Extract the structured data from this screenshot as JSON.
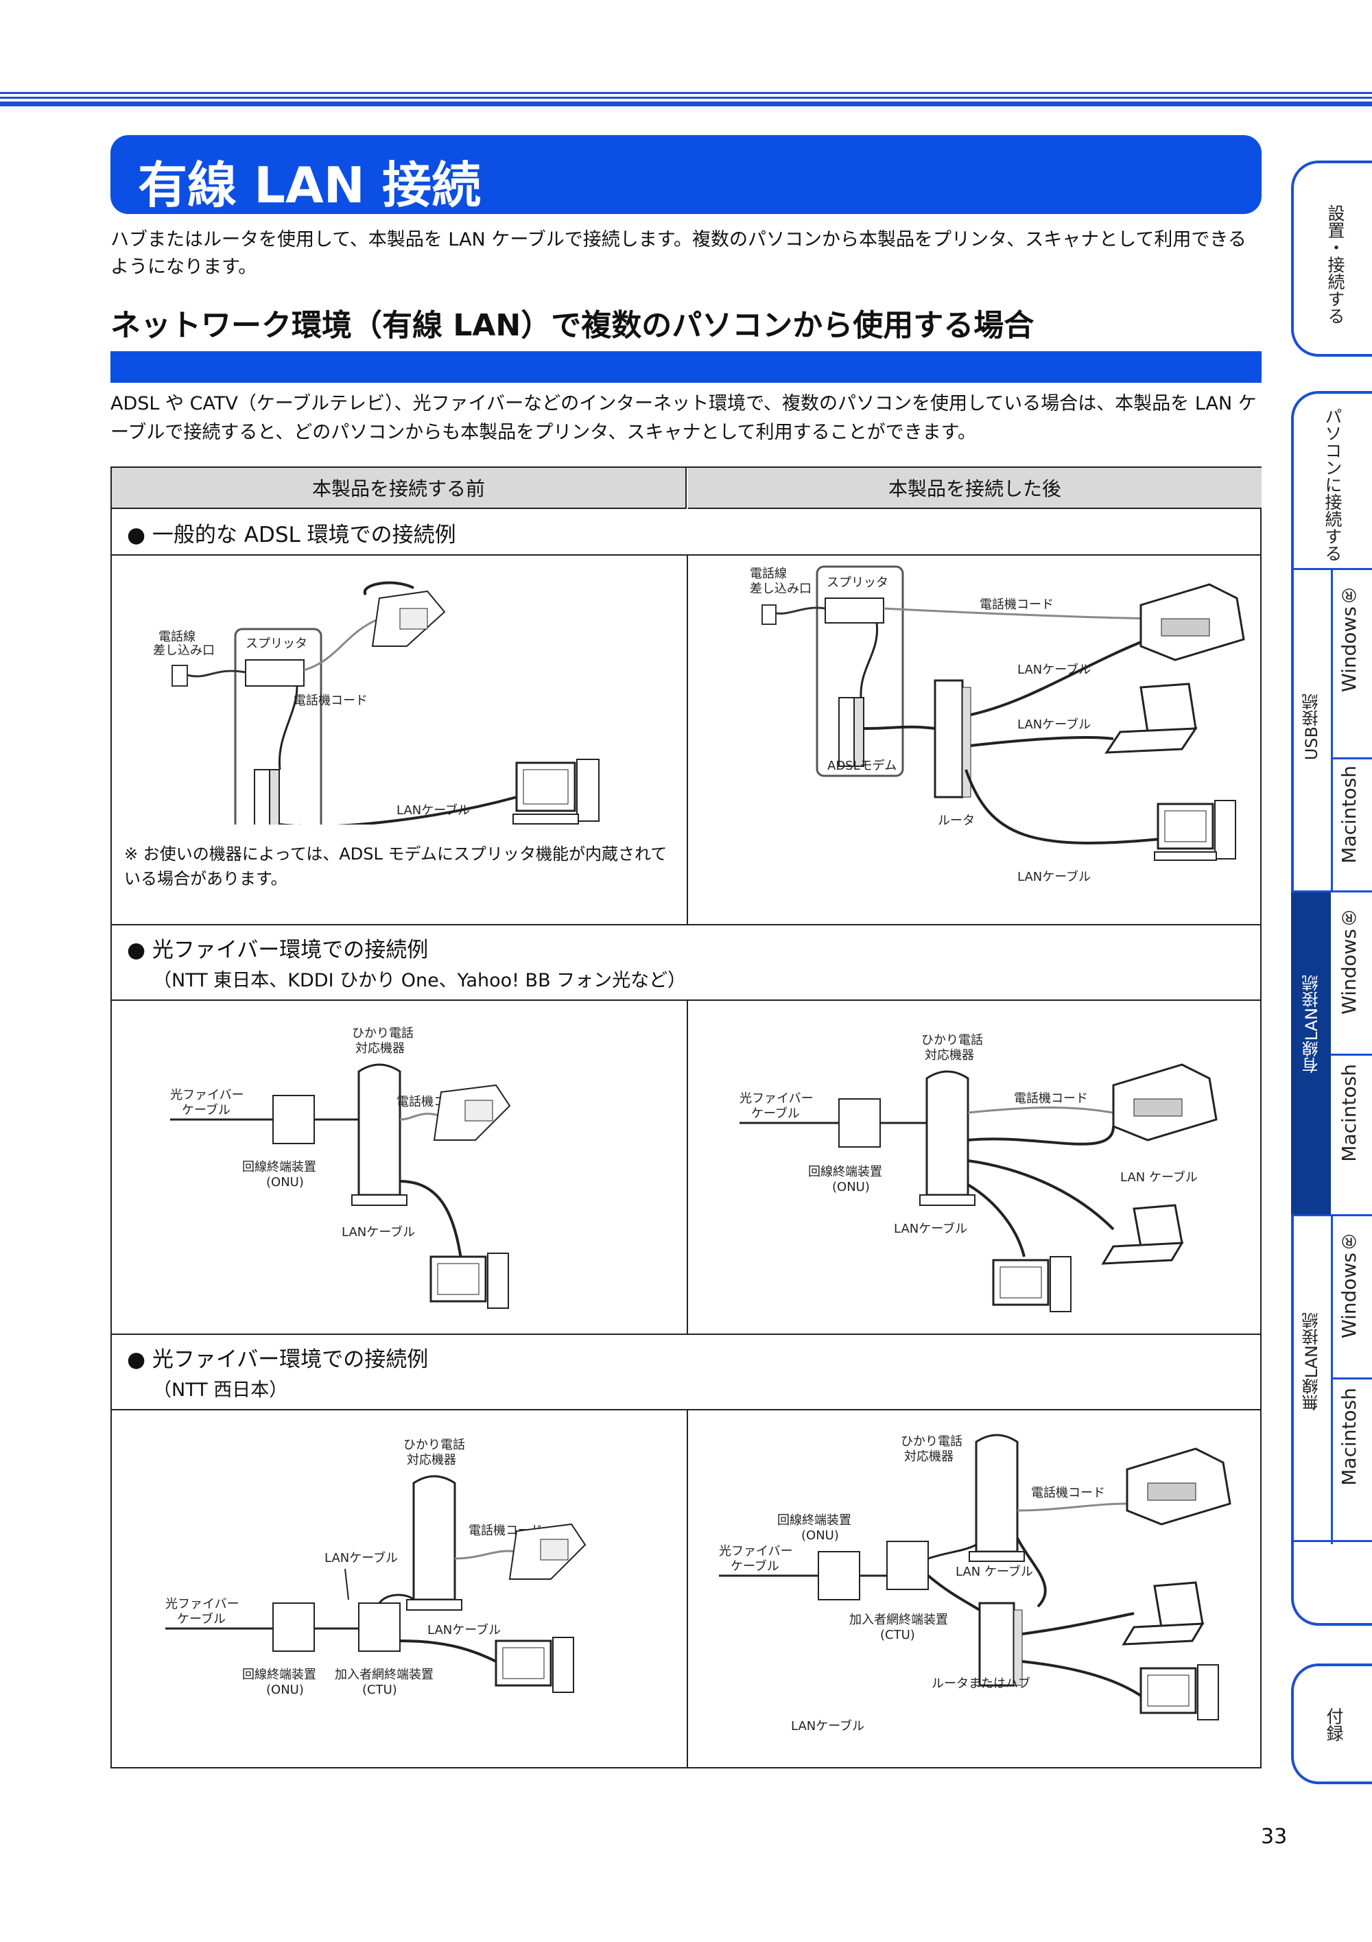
{
  "title": "有線 LAN 接続",
  "intro": "ハブまたはルータを使用して、本製品を LAN ケーブルで接続します。複数のパソコンから本製品をプリンタ、スキャナとして利用できるようになります。",
  "section_heading": "ネットワーク環境（有線 LAN）で複数のパソコンから使用する場合",
  "section_intro": "ADSL や CATV（ケーブルテレビ）、光ファイバーなどのインターネット環境で、複数のパソコンを使用している場合は、本製品を LAN ケーブルで接続すると、どのパソコンからも本製品をプリンタ、スキャナとして利用することができます。",
  "table": {
    "col_before": "本製品を接続する前",
    "col_after": "本製品を接続した後",
    "case1": {
      "title": "●  一般的な ADSL 環境での接続例",
      "note": "※ お使いの機器によっては、ADSL モデムにスプリッタ機能が内蔵されている場合があります。",
      "labels": {
        "jack": "電話線差し込み口",
        "jack1": "電話線",
        "jack2": "差し込み口",
        "splitter": "スプリッタ",
        "phone_cord": "電話機コード",
        "lan_cable": "LANケーブル",
        "modem": "ADSLモデム",
        "router": "ルータ"
      }
    },
    "case2": {
      "title": "●  光ファイバー環境での接続例",
      "sub": "（NTT 東日本、KDDI ひかり One、Yahoo! BB フォン光など）",
      "labels": {
        "hikari1": "ひかり電話",
        "hikari2": "対応機器",
        "fiber1": "光ファイバー",
        "fiber2": "ケーブル",
        "onu1": "回線終端装置",
        "onu2": "(ONU)",
        "phone_cord": "電話機コード",
        "lan_cable": "LANケーブル",
        "lan_cable_sp": "LAN ケーブル"
      }
    },
    "case3": {
      "title": "●  光ファイバー環境での接続例",
      "sub": "（NTT 西日本）",
      "labels": {
        "hikari1": "ひかり電話",
        "hikari2": "対応機器",
        "fiber1": "光ファイバー",
        "fiber2": "ケーブル",
        "onu1": "回線終端装置",
        "onu2": "(ONU)",
        "ctu1": "加入者網終端装置",
        "ctu2": "(CTU)",
        "phone_cord": "電話機コード",
        "lan_cable": "LANケーブル",
        "lan_cable_sp": "LAN ケーブル",
        "router_hub": "ルータまたはハブ"
      }
    }
  },
  "side_tabs": {
    "setup": "設置・接続する",
    "pc": "パソコンに接続する",
    "usb": "USB接続",
    "wired": "有線LAN接続",
    "wireless": "無線LAN接続",
    "windows": "Windows®",
    "macintosh": "Macintosh",
    "appendix": "付録"
  },
  "page_number": "33"
}
